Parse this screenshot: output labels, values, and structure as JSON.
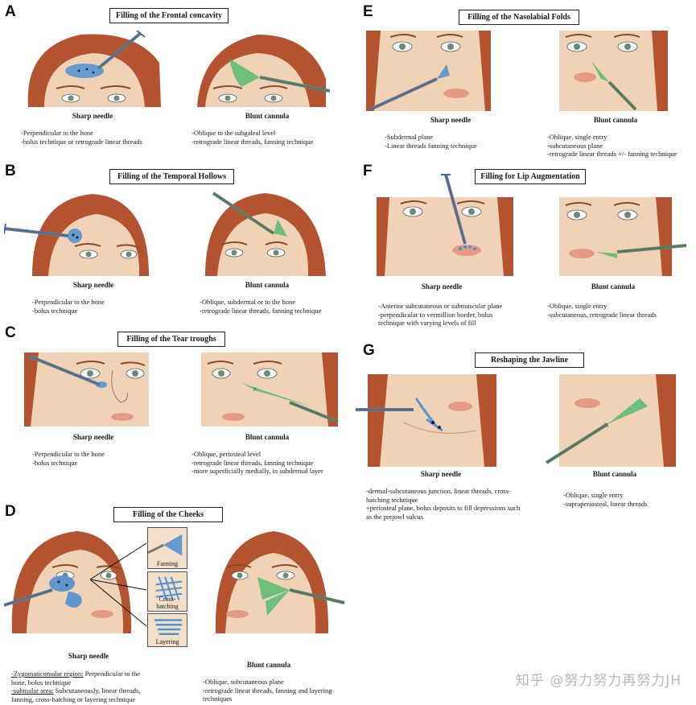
{
  "panels": {
    "A": {
      "letter": "A",
      "title": "Filling of the Frontal concavity",
      "left": {
        "technique": "Sharp needle",
        "lines": [
          "-Perpendicular to the bone",
          "-bolus technique or retrograde linear threads"
        ]
      },
      "right": {
        "technique": "Blunt cannula",
        "lines": [
          "-Oblique to the subgaleal level",
          "-retrograde linear threads, fanning technique"
        ]
      }
    },
    "B": {
      "letter": "B",
      "title": "Filling of the Temporal Hollows",
      "left": {
        "technique": "Sharp needle",
        "lines": [
          "-Perpendicular to the bone",
          "-bolus technique"
        ]
      },
      "right": {
        "technique": "Blunt cannula",
        "lines": [
          "-Oblique, subdermal or to the bone",
          "-retrograde linear threads, fanning technique"
        ]
      }
    },
    "C": {
      "letter": "C",
      "title": "Filling of the Tear troughs",
      "left": {
        "technique": "Sharp needle",
        "lines": [
          "-Perpendicular to the bone",
          "-bolus technique"
        ]
      },
      "right": {
        "technique": "Blunt cannula",
        "lines": [
          "-Oblique, periosteal level",
          "-retrograde linear threads, fanning technique",
          "-more superficially medially, in subdermal layer"
        ]
      }
    },
    "D": {
      "letter": "D",
      "title": "Filling of the Cheeks",
      "insets": [
        "Fanning",
        "Cross-hatching",
        "Layering"
      ],
      "left": {
        "technique": "Sharp needle",
        "lines": [
          {
            "u": "-Zygomaticomalar region:",
            "t": " Perpendicular to the"
          },
          {
            "u": "",
            "t": "bone, bolus technique"
          },
          {
            "u": "-submalar area:",
            "t": " Subcutaneously, linear threads,"
          },
          {
            "u": "",
            "t": "fanning, cross-hatching or layering technique"
          }
        ]
      },
      "right": {
        "technique": "Blunt cannula",
        "lines": [
          "-Oblique, subcutaneous plane",
          "-retrograde linear threads, fanning and layering",
          "techniques"
        ]
      }
    },
    "E": {
      "letter": "E",
      "title": "Filling of the Nasolabial Folds",
      "left": {
        "technique": "Sharp needle",
        "lines": [
          "-Subdermal plane",
          "-Linear threads fanning technique"
        ]
      },
      "right": {
        "technique": "Blunt cannula",
        "lines": [
          "-Oblique, single entry",
          "-subcutaneous plane",
          "-retrograde linear threads +/- fanning technique"
        ]
      }
    },
    "F": {
      "letter": "F",
      "title": "Filling for Lip Augmentation",
      "left": {
        "technique": "Sharp needle",
        "lines": [
          "-Anterior subcutaneous or submuscular plane",
          "-perpendicular to vermillion border, bolus",
          "technique with varying levels of fill"
        ]
      },
      "right": {
        "technique": "Blunt cannula",
        "lines": [
          "-Oblique, single entry",
          "-subcutaneous, retrograde linear threads"
        ]
      }
    },
    "G": {
      "letter": "G",
      "title": "Reshaping the Jawline",
      "left": {
        "technique": "Sharp needle",
        "lines": [
          "-dermal-subcutaneous junction, linear threads, cross-",
          "hatching technique",
          "+periosteal plane, bolus deposits to fill depressions such",
          "as the prejowl sulcus"
        ]
      },
      "right": {
        "technique": "Blunt cannula",
        "lines": [
          "-Oblique, single entry",
          "-supraperiosteal, linear threads"
        ]
      }
    }
  },
  "watermark": "知乎 @努力努力再努力JH",
  "colors": {
    "skin": "#f0d3b6",
    "hair": "#b3532f",
    "needle": "#2f6db5",
    "cannula": "#2d8a4e",
    "filler_blue": "#4f8fd1",
    "filler_green": "#4cba6a"
  }
}
